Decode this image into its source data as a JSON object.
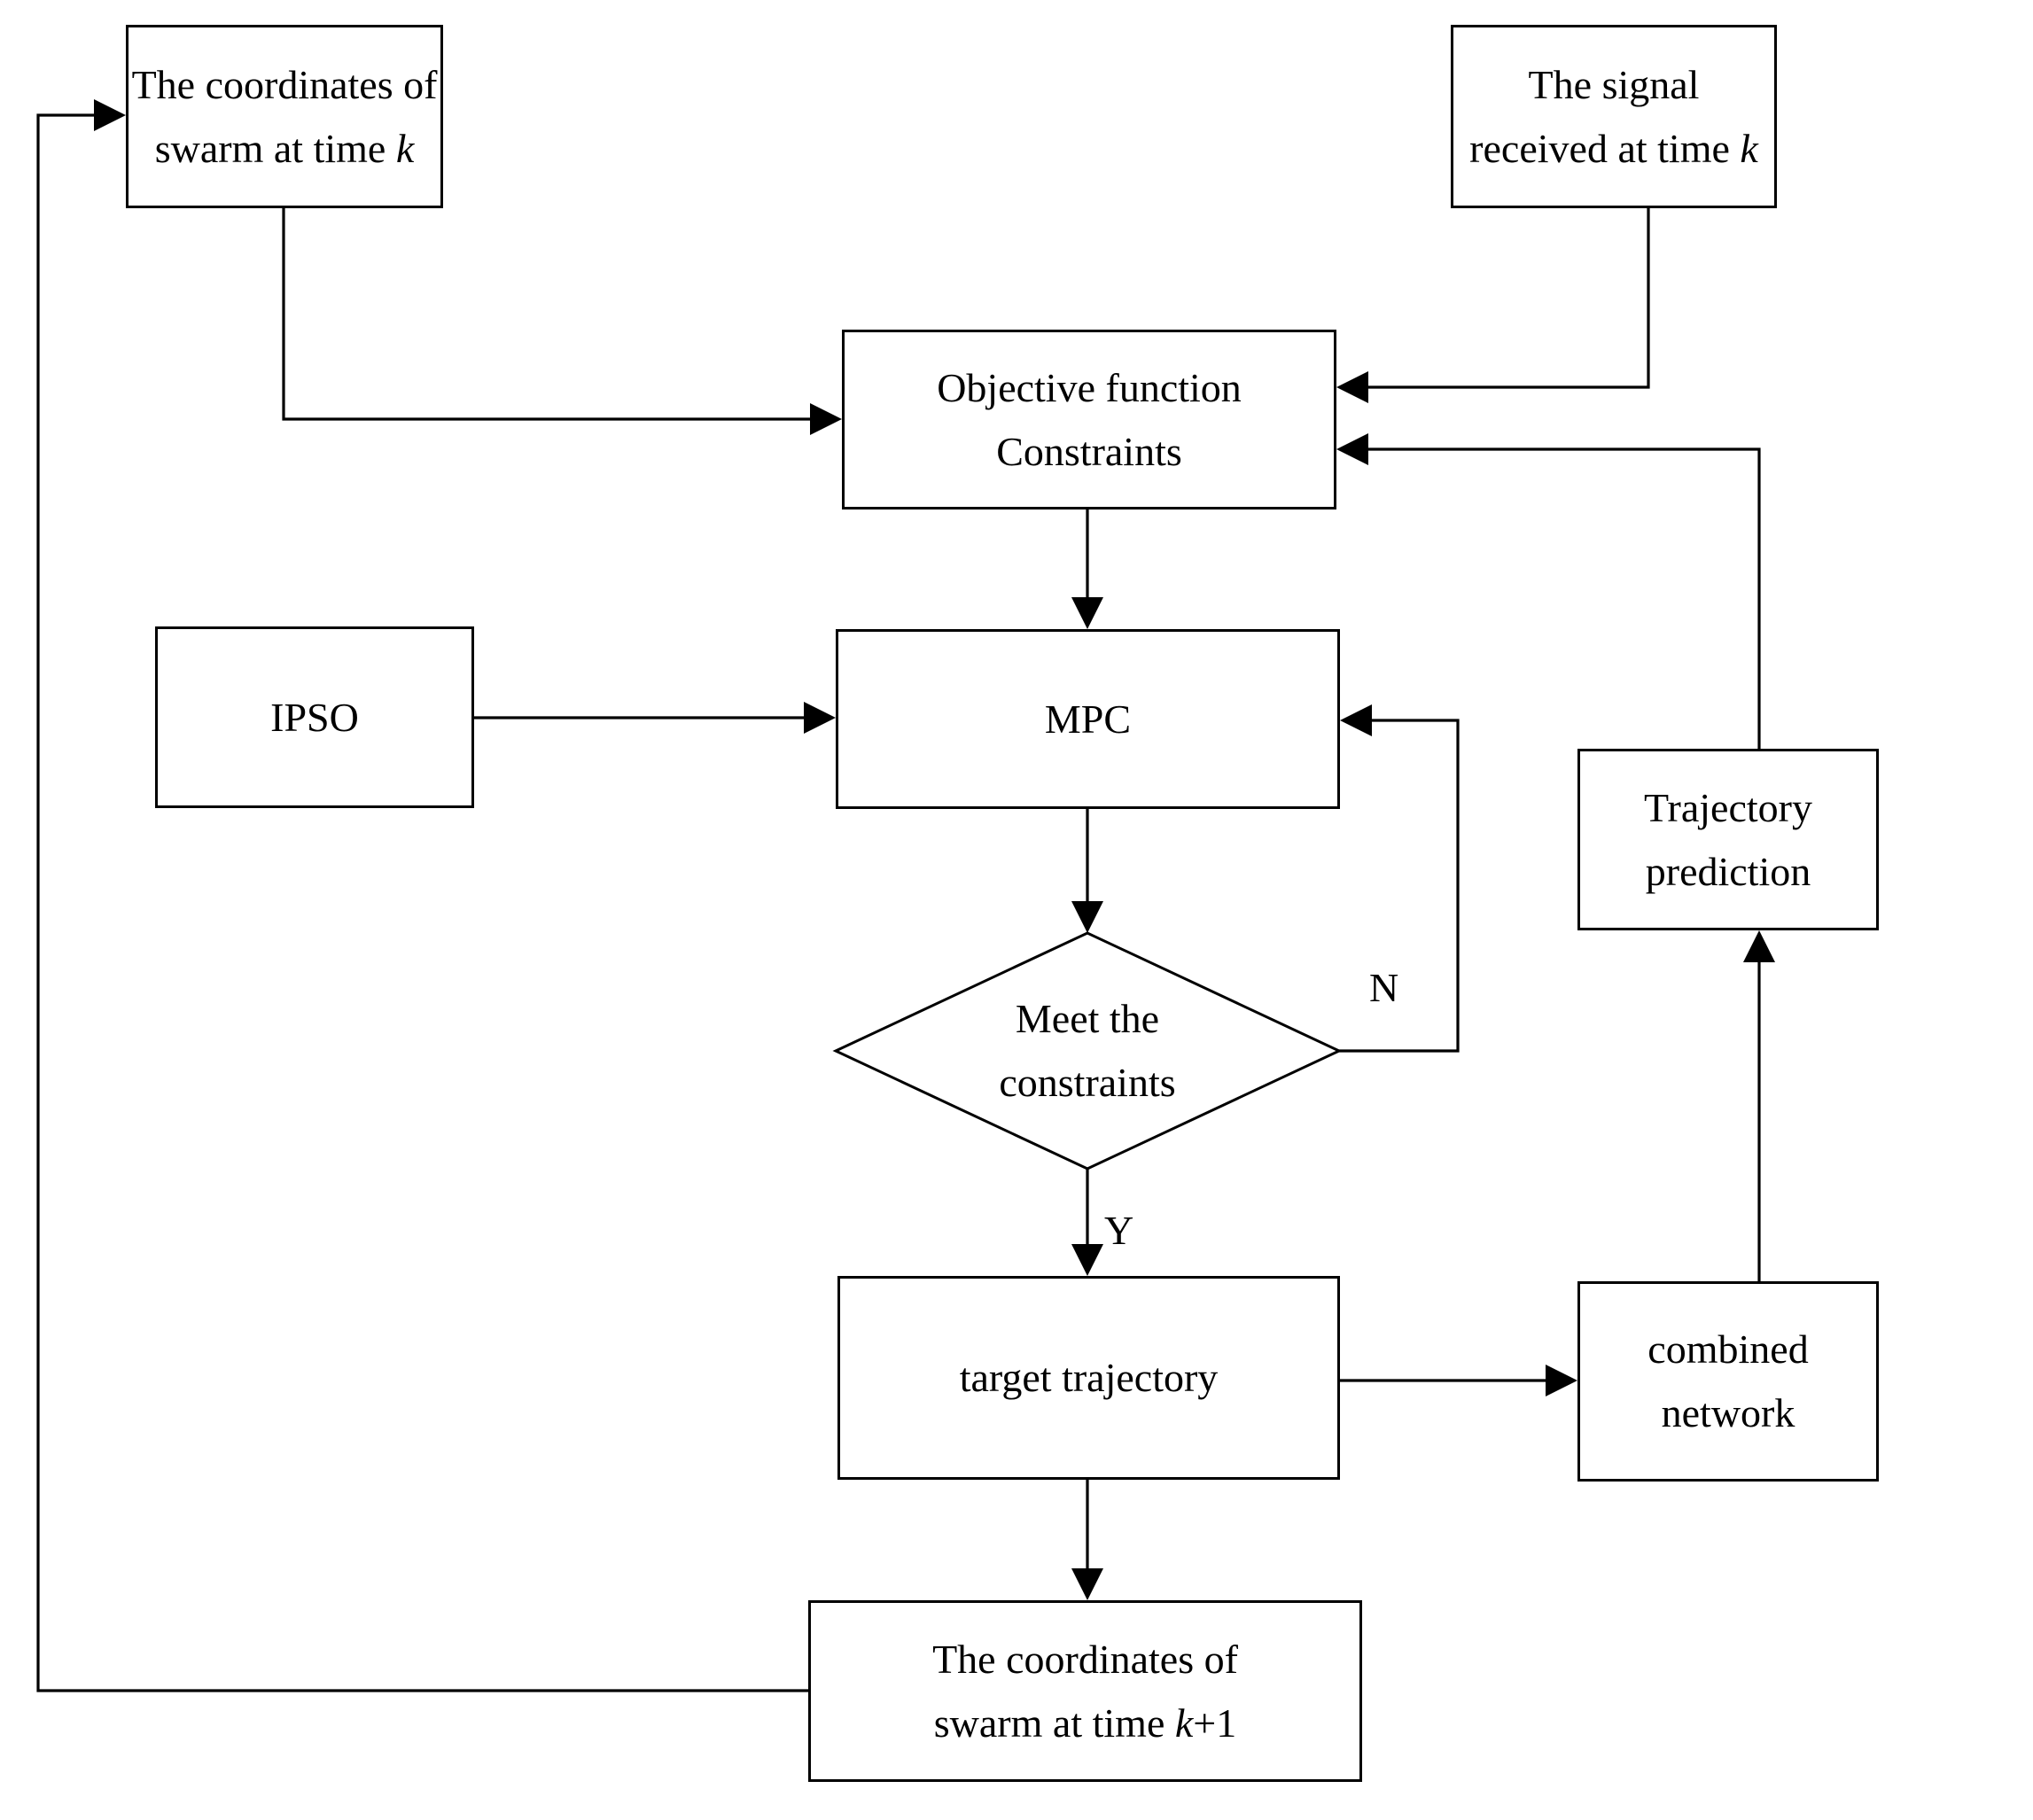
{
  "diagram": {
    "background_color": "#ffffff",
    "line_color": "#000000",
    "nodes": {
      "coord_k": {
        "lines": [
          [
            {
              "t": "The coordinates of"
            }
          ],
          [
            {
              "t": "swarm at time "
            },
            {
              "t": "k",
              "i": true
            }
          ]
        ]
      },
      "signal": {
        "lines": [
          [
            {
              "t": "The signal"
            }
          ],
          [
            {
              "t": "received at time "
            },
            {
              "t": "k",
              "i": true
            }
          ]
        ]
      },
      "objective": {
        "lines": [
          [
            {
              "t": "Objective function"
            }
          ],
          [
            {
              "t": "Constraints"
            }
          ]
        ]
      },
      "ipso": {
        "lines": [
          [
            {
              "t": "IPSO"
            }
          ]
        ]
      },
      "mpc": {
        "lines": [
          [
            {
              "t": "MPC"
            }
          ]
        ]
      },
      "decision": {
        "lines": [
          [
            {
              "t": "Meet the"
            }
          ],
          [
            {
              "t": "constraints"
            }
          ]
        ]
      },
      "traj_pred": {
        "lines": [
          [
            {
              "t": "Trajectory"
            }
          ],
          [
            {
              "t": "prediction"
            }
          ]
        ]
      },
      "target_traj": {
        "lines": [
          [
            {
              "t": "target trajectory"
            }
          ]
        ]
      },
      "combined": {
        "lines": [
          [
            {
              "t": "combined"
            }
          ],
          [
            {
              "t": "network"
            }
          ]
        ]
      },
      "coord_k1": {
        "lines": [
          [
            {
              "t": "The coordinates of"
            }
          ],
          [
            {
              "t": "swarm at time "
            },
            {
              "t": "k",
              "i": true
            },
            {
              "t": "+1"
            }
          ]
        ]
      }
    },
    "edge_labels": {
      "no": "N",
      "yes": "Y"
    }
  }
}
